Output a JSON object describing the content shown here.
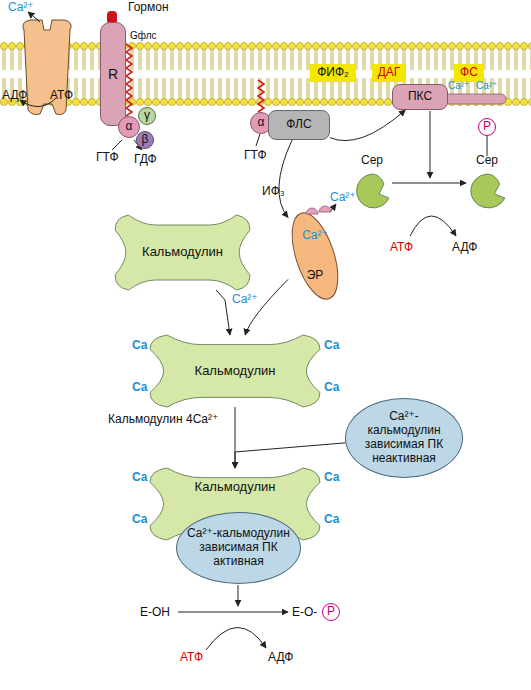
{
  "diagram": {
    "nodes": [
      {
        "text": [
          "R"
        ]
      },
      {
        "text": [
          "α"
        ]
      },
      {
        "text": [
          "γ"
        ]
      },
      {
        "text": [
          "β"
        ]
      },
      {
        "text": [
          "α"
        ]
      },
      {
        "text": [
          "ФЛС"
        ]
      },
      {
        "text": [
          "ФИФ₂"
        ]
      },
      {
        "text": [
          "ДАГ"
        ]
      },
      {
        "text": [
          "ФС"
        ]
      },
      {
        "text": [
          "ПКС"
        ]
      },
      {
        "text": [
          "Ca²⁺",
          "ЭР"
        ]
      },
      {
        "text": [
          "Сер"
        ]
      },
      {
        "text": [
          "Сер"
        ]
      },
      {
        "text": [
          "P"
        ]
      },
      {
        "text": [
          "Кальмодулин"
        ]
      },
      {
        "text": [
          "Кальмодулин"
        ]
      },
      {
        "text": [
          "Ca²⁺-кальмодулин зависимая ПК неактивная"
        ]
      },
      {
        "text": [
          "Кальмодулин"
        ]
      },
      {
        "text": [
          "Ca²⁺-кальмодулин зависимая ПК активная"
        ]
      },
      {
        "text": [
          "P"
        ]
      }
    ],
    "edges": [
      {
        "from": 5,
        "to": 9,
        "arrow": "to"
      },
      {
        "from": 5,
        "to": 10,
        "label": "ИФ₃",
        "arrow": "to"
      },
      {
        "from": 10,
        "to": 15,
        "label": "Ca²⁺",
        "arrow": "to"
      },
      {
        "from": 14,
        "to": 15,
        "arrow": "to"
      },
      {
        "from": 15,
        "to": 17,
        "arrow": "to"
      },
      {
        "from": 16,
        "to": 17,
        "arrow": "to"
      },
      {
        "from": 11,
        "to": 12,
        "arrow": "to"
      }
    ],
    "labels": [
      "Ca²⁺",
      "АДФ",
      "АТФ",
      "Гормон",
      "Gфлс",
      "ГТФ",
      "ГДФ",
      "ГТФ",
      "Ca²⁺",
      "Ca²⁺",
      "Ca²⁺",
      "АТФ",
      "АДФ",
      "Ca",
      "Ca",
      "Ca",
      "Ca",
      "Кальмодулин 4Ca²⁺",
      "Ca",
      "Ca",
      "Ca",
      "Ca",
      "Е-ОН",
      "Е-О-",
      "АТФ",
      "АДФ"
    ]
  }
}
